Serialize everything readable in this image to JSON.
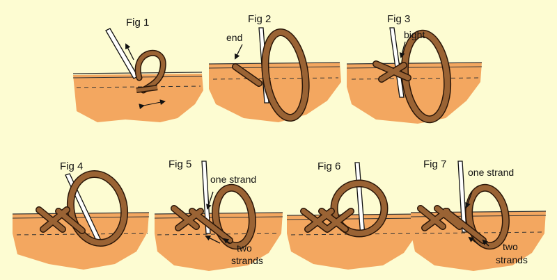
{
  "figures": [
    {
      "label": "Fig 1"
    },
    {
      "label": "Fig 2",
      "annotations": [
        "end"
      ]
    },
    {
      "label": "Fig 3",
      "annotations": [
        "bight"
      ]
    },
    {
      "label": "Fig 4"
    },
    {
      "label": "Fig 5",
      "annotations": [
        "one strand",
        "two",
        "strands"
      ]
    },
    {
      "label": "Fig 6"
    },
    {
      "label": "Fig 7",
      "annotations": [
        "one strand",
        "two",
        "strands"
      ]
    }
  ],
  "colors": {
    "background": "#fdfcd2",
    "leather": "#f3a760",
    "lace": "#9a6334",
    "lace_outline": "#2a1608",
    "needle": "#ffffff",
    "ink": "#111111"
  }
}
